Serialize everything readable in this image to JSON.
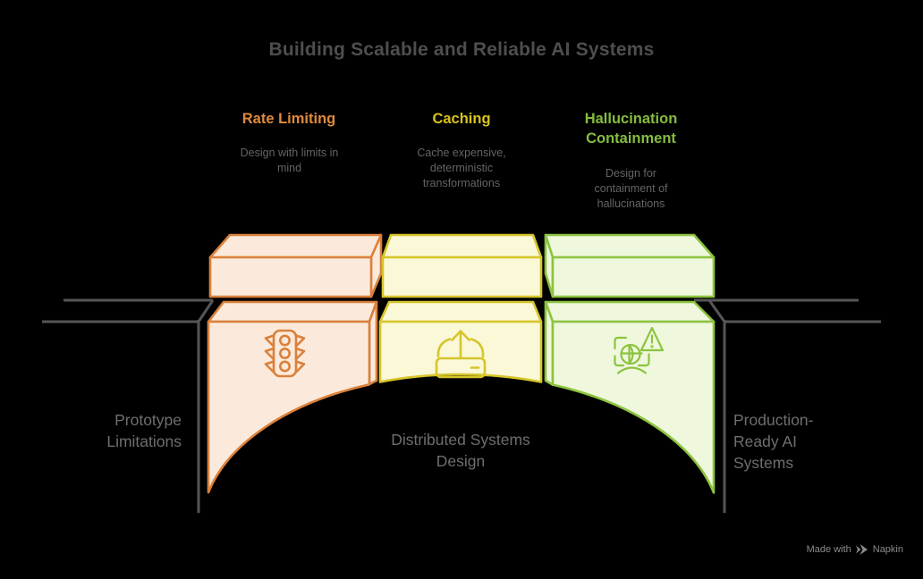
{
  "title": "Building Scalable and Reliable AI Systems",
  "columns": [
    {
      "heading": "Rate Limiting",
      "description": "Design with limits in mind"
    },
    {
      "heading": "Caching",
      "description": "Cache expensive, deterministic transformations"
    },
    {
      "heading": "Hallucination Containment",
      "description": "Design for containment of hallucinations"
    }
  ],
  "bridge_labels": {
    "left": "Prototype Limitations",
    "center": "Distributed Systems Design",
    "right": "Production-Ready AI Systems"
  },
  "icons": {
    "left": "traffic-light-icon",
    "center": "upload-drive-icon",
    "right": "hallucination-warning-icon",
    "footer": "napkin-logo-icon"
  },
  "footer": {
    "prefix": "Made with",
    "brand": "Napkin"
  },
  "colors": {
    "background": "#000000",
    "title_text": "#4e4e4e",
    "subtitle_text": "#646464",
    "stage_label_text": "#6e6e6e",
    "bridge_line": "#565656",
    "footer_text": "#8c8c8c",
    "orange_header": "#e08a3c",
    "orange_stroke": "#da813c",
    "orange_fill": "#fbeadb",
    "yellow_header": "#d8c31d",
    "yellow_stroke": "#d6c52b",
    "yellow_fill": "#faf8d7",
    "green_header": "#85bc3e",
    "green_stroke": "#8cc43f",
    "green_fill": "#eff7dd"
  }
}
